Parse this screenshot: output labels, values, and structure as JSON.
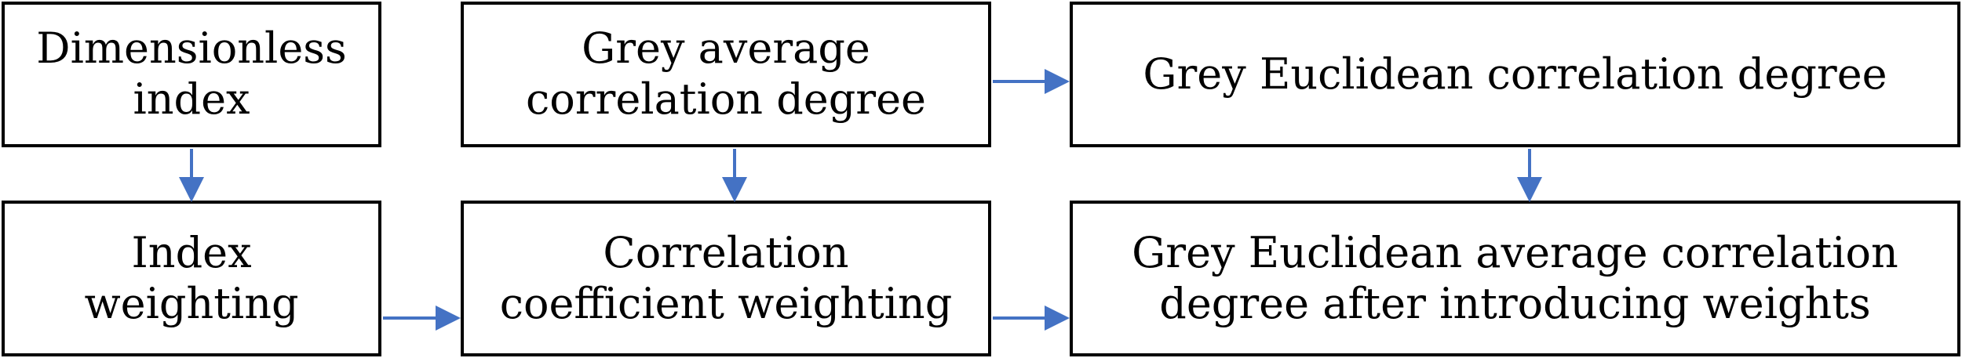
{
  "diagram": {
    "nodes": {
      "dimensionless_index": [
        "Dimensionless",
        "index"
      ],
      "grey_average": [
        "Grey average",
        "correlation degree"
      ],
      "grey_euclidean": [
        "Grey Euclidean correlation degree"
      ],
      "index_weighting": [
        "Index",
        "weighting"
      ],
      "correlation_coefficient_weighting": [
        "Correlation",
        "coefficient weighting"
      ],
      "grey_euclidean_average_weighted": [
        "Grey Euclidean average correlation",
        "degree after introducing weights"
      ]
    },
    "arrow_color": "#4472C4",
    "border_color": "#000000"
  }
}
